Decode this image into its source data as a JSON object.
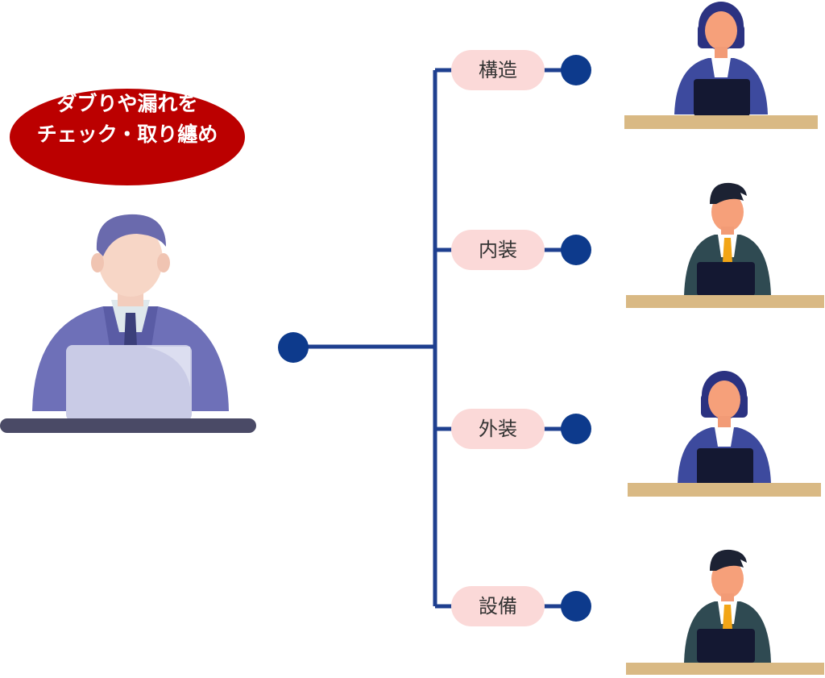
{
  "callout": {
    "line1": "ダブりや漏れを",
    "line2": "チェック・取り纏め"
  },
  "categories": [
    {
      "label": "構造"
    },
    {
      "label": "内装"
    },
    {
      "label": "外装"
    },
    {
      "label": "設備"
    }
  ],
  "colors": {
    "callout": "#bb0000",
    "connector": "#1e3f8f",
    "node": "#0d3a8c",
    "label_pill": "#fbd9d8",
    "manager_suit": "#6e70b8",
    "desk_manager": "#4a4a66",
    "desk_staff": "#d9b984"
  },
  "icons": {
    "manager": "manager-at-laptop-icon",
    "staff_female": "female-staff-at-laptop-icon",
    "staff_male": "male-staff-at-laptop-icon"
  }
}
